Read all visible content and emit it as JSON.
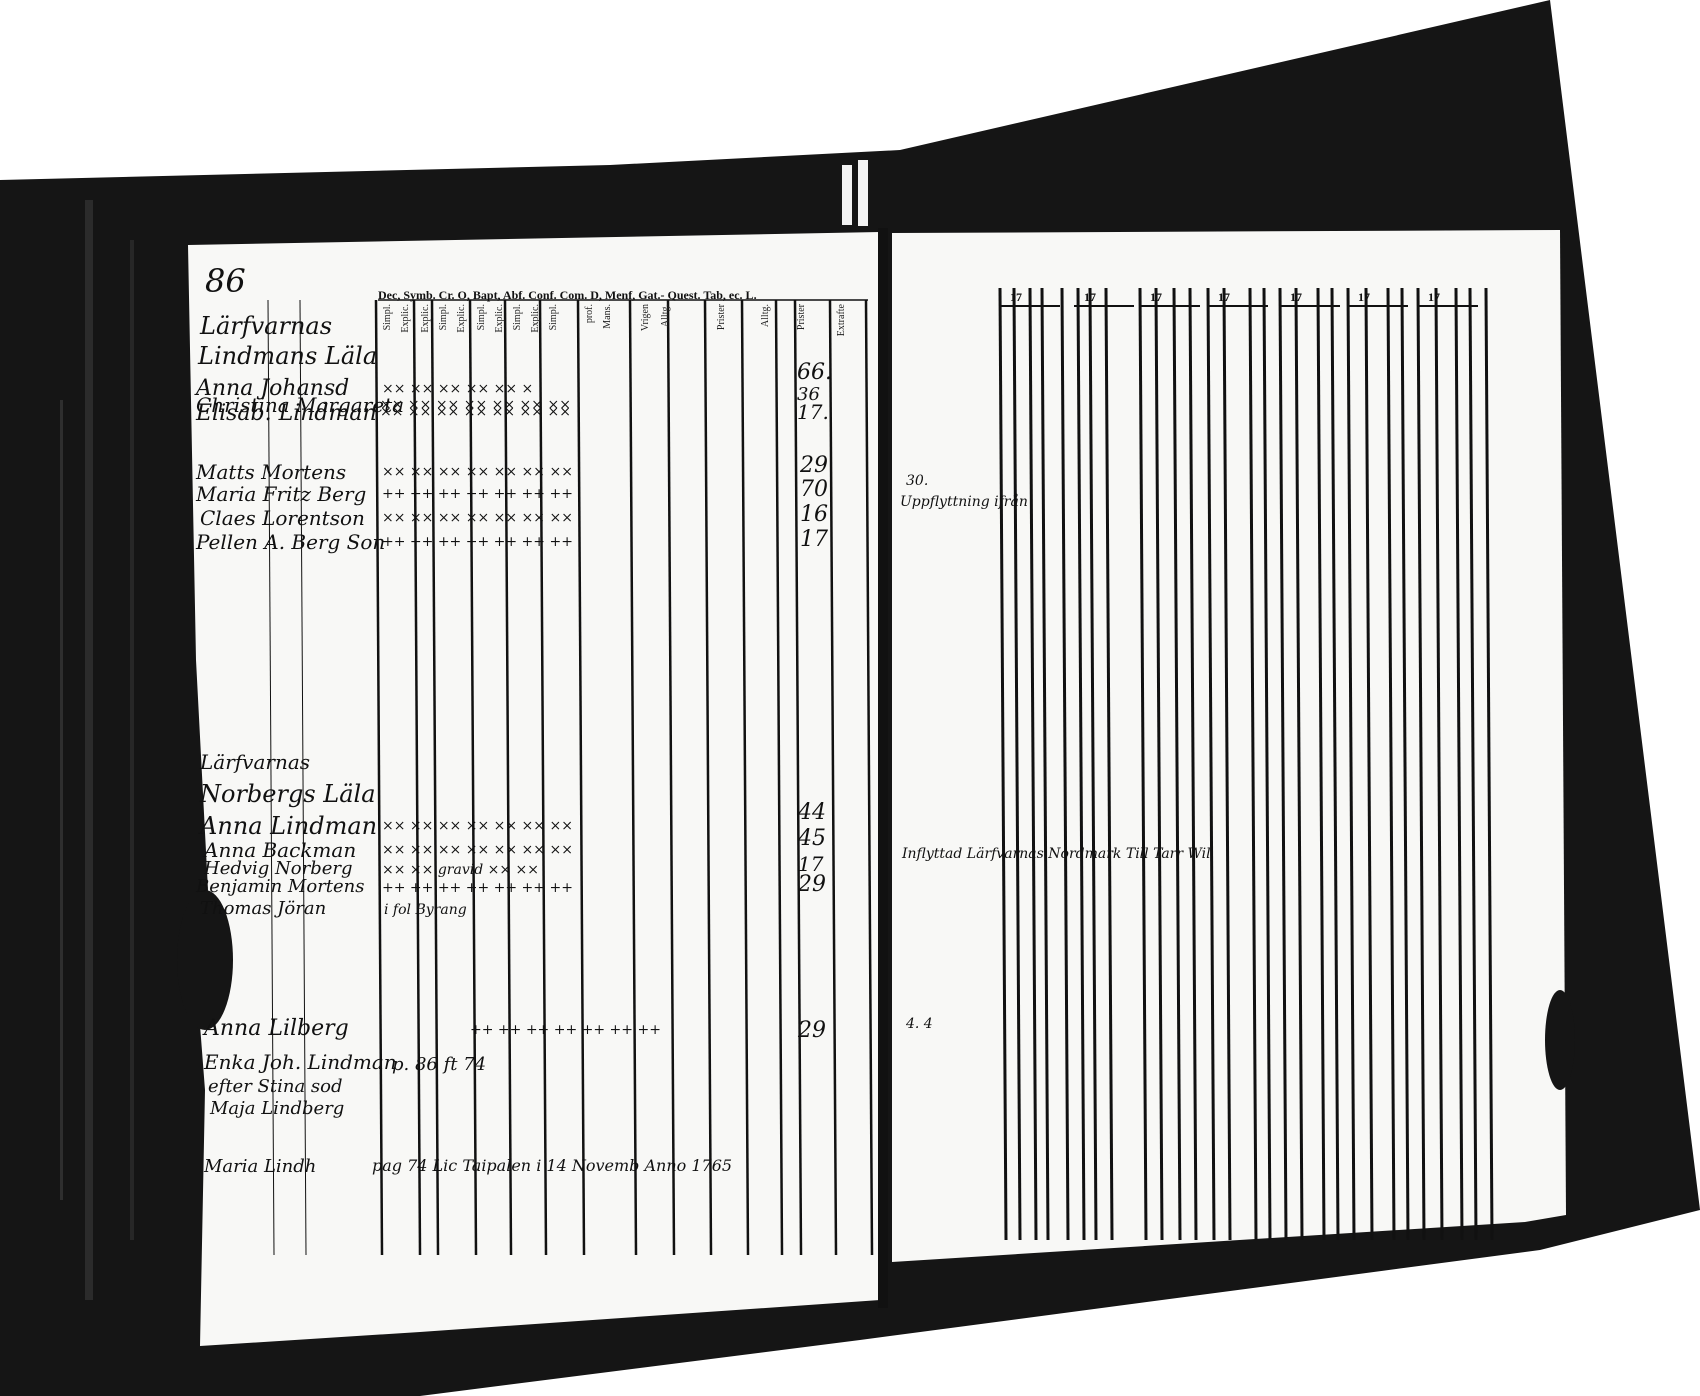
{
  "page_number": "86",
  "column_header": "Dec, Symb. Cr. O, Bapt, Abf. Conf. Com. D, Menf, Gat.- Quest. Tab, ec. L.",
  "sub_headers": [
    "Simpl.",
    "Explic.",
    "Explic.",
    "Simpl.",
    "Explic.",
    "Simpl.",
    "Explic.",
    "Simpl.",
    "Explic.",
    "Simpl.",
    "prof.",
    "Mans.",
    "Vrigen",
    "Alltg.",
    "Prister",
    "Alltg.",
    "Prister",
    "Extrafte"
  ],
  "right_page_year_headers": [
    "17",
    "17",
    "17",
    "17",
    "17",
    "17",
    "17"
  ],
  "entries": {
    "group1_heading": "Lärfvarnas",
    "group1_farm": "Lindmans Läla",
    "g1_r1_name": "Anna Johansd",
    "g1_r1_marks": "××  ××  ××  ××  ××  ×",
    "g1_r1_num": "66.",
    "g1_r2_name": "Christina Margareta",
    "g1_r2_marks": "×× ×× ×× ×× ×× ×× ××",
    "g1_r2_num": "36",
    "g1_r3_name": "Elisab. Lindman",
    "g1_r3_marks": "×× ×× ×× ×× ×× ×× ××",
    "g1_r3_num": "17.",
    "g2_r1_name": "Matts Mortens",
    "g2_r1_marks": "×× ×× ×× ×× ×× ×× ××",
    "g2_r1_num": "29",
    "g2_r2_name": "Maria Fritz Berg",
    "g2_r2_marks": "++ ++ ++ ++ ++ ++ ++",
    "g2_r2_num": "70",
    "g2_r3_name": "Claes Lorentson",
    "g2_r3_marks": "×× ×× ×× ×× ×× ×× ××",
    "g2_r3_num": "16",
    "g2_r4_name": "Pellen A. Berg Son",
    "g2_r4_marks": "++ ++ ++ ++ ++ ++ ++",
    "g2_r4_num": "17",
    "g2_right_num": "30.",
    "g2_right_note": "Uppflyttning ifrån",
    "group3_heading": "Lärfvarnas",
    "group3_farm": "Norbergs Läla",
    "g3_r1_name": "Anna Lindman",
    "g3_r1_marks": "×× ×× ×× ×× ×× ×× ××",
    "g3_r1_num": "44",
    "g3_r2_name": "Anna Backman",
    "g3_r2_marks": "×× ×× ×× ×× ×× ×× ××",
    "g3_r2_num": "45",
    "g3_r3_name": "Hedvig Norberg",
    "g3_r3_marks": "×× ×× gravid ×× ××",
    "g3_r3_num": "17",
    "g3_r4_name": "Benjamin Mortens",
    "g3_r4_marks": "++ ++ ++ ++ ++ ++ ++",
    "g3_r4_num": "29",
    "g3_r5_name": "Thomas Jöran",
    "g3_r5_note": "i fol Byrang",
    "g3_right_note": "Inflyttad Lärfvarnas Nordmark Till Tarr Wil",
    "g4_r1_name": "Anna Lilberg",
    "g4_r1_marks": "++ ++ ++ ++ ++ ++ ++",
    "g4_r1_num": "29",
    "g4_r2_name": "Enka Joh. Lindman",
    "g4_r2_note": "p. 86 ft 74",
    "g4_r3_name": "efter Stina sod",
    "g4_r4_name": "Maja Lindberg",
    "g4_right_note": "4.  4",
    "g5_name": "Maria Lindh",
    "g5_note": "pag 74 Lic Taipalen i 14 Novemb Anno 1765"
  },
  "colors": {
    "background": "#ffffff",
    "scan_dark": "#151515",
    "paper": "#f8f8f6",
    "ink": "#111111"
  }
}
